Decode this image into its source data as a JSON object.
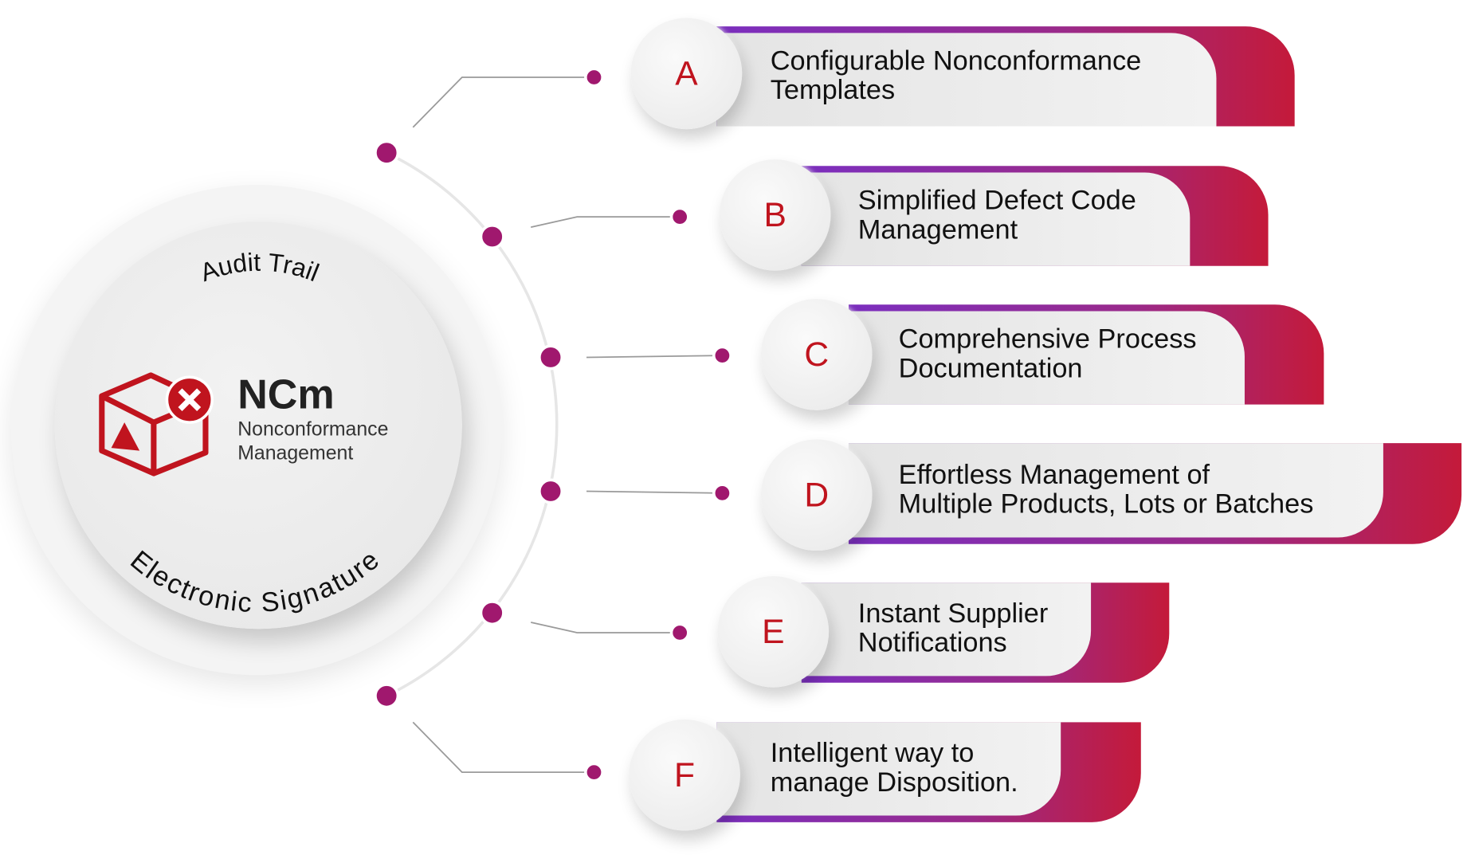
{
  "hub": {
    "title": "NCm",
    "subtitle_line1": "Nonconformance",
    "subtitle_line2": "Management",
    "arc_top": "Audit Trail",
    "arc_bottom": "Electronic Signature",
    "icon": "box-with-x-icon"
  },
  "colors": {
    "accent_red": "#c0141e",
    "purple": "#7b2fbf",
    "magenta": "#c41a3a",
    "dot": "#a0186e"
  },
  "features": [
    {
      "letter": "A",
      "line1": "Configurable Nonconformance",
      "line2": "Templates"
    },
    {
      "letter": "B",
      "line1": "Simplified Defect Code",
      "line2": "Management"
    },
    {
      "letter": "C",
      "line1": "Comprehensive Process",
      "line2": "Documentation"
    },
    {
      "letter": "D",
      "line1": "Effortless Management of",
      "line2": "Multiple Products, Lots or Batches"
    },
    {
      "letter": "E",
      "line1": "Instant Supplier",
      "line2": "Notifications"
    },
    {
      "letter": "F",
      "line1": "Intelligent way to",
      "line2": "manage Disposition."
    }
  ]
}
